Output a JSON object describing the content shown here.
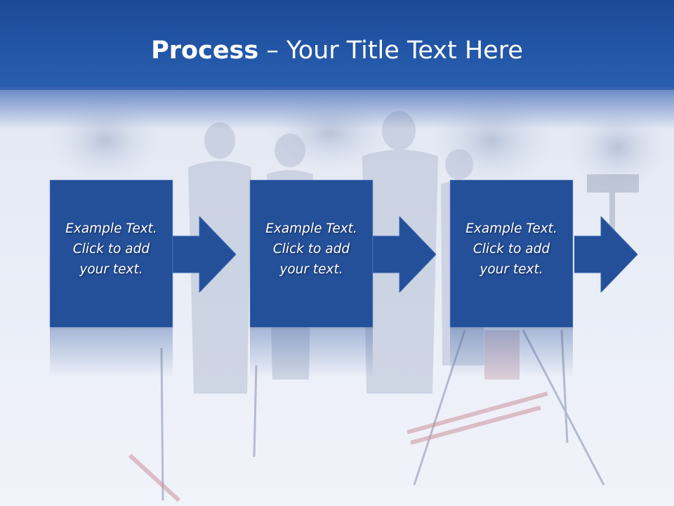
{
  "slide": {
    "title_bold": "Process",
    "title_rest": " – Your Title Text Here",
    "steps": [
      {
        "line1": "Example Text.",
        "line2": "Click  to add",
        "line3": "your text."
      },
      {
        "line1": "Example Text.",
        "line2": "Click  to add",
        "line3": "your text."
      },
      {
        "line1": "Example Text.",
        "line2": "Click  to add",
        "line3": "your text."
      }
    ]
  },
  "colors": {
    "header": "#1c4a96",
    "box": "#244f99",
    "arrow": "#244f99",
    "text": "#ffffff"
  },
  "icons": [
    "arrow-right-icon"
  ]
}
